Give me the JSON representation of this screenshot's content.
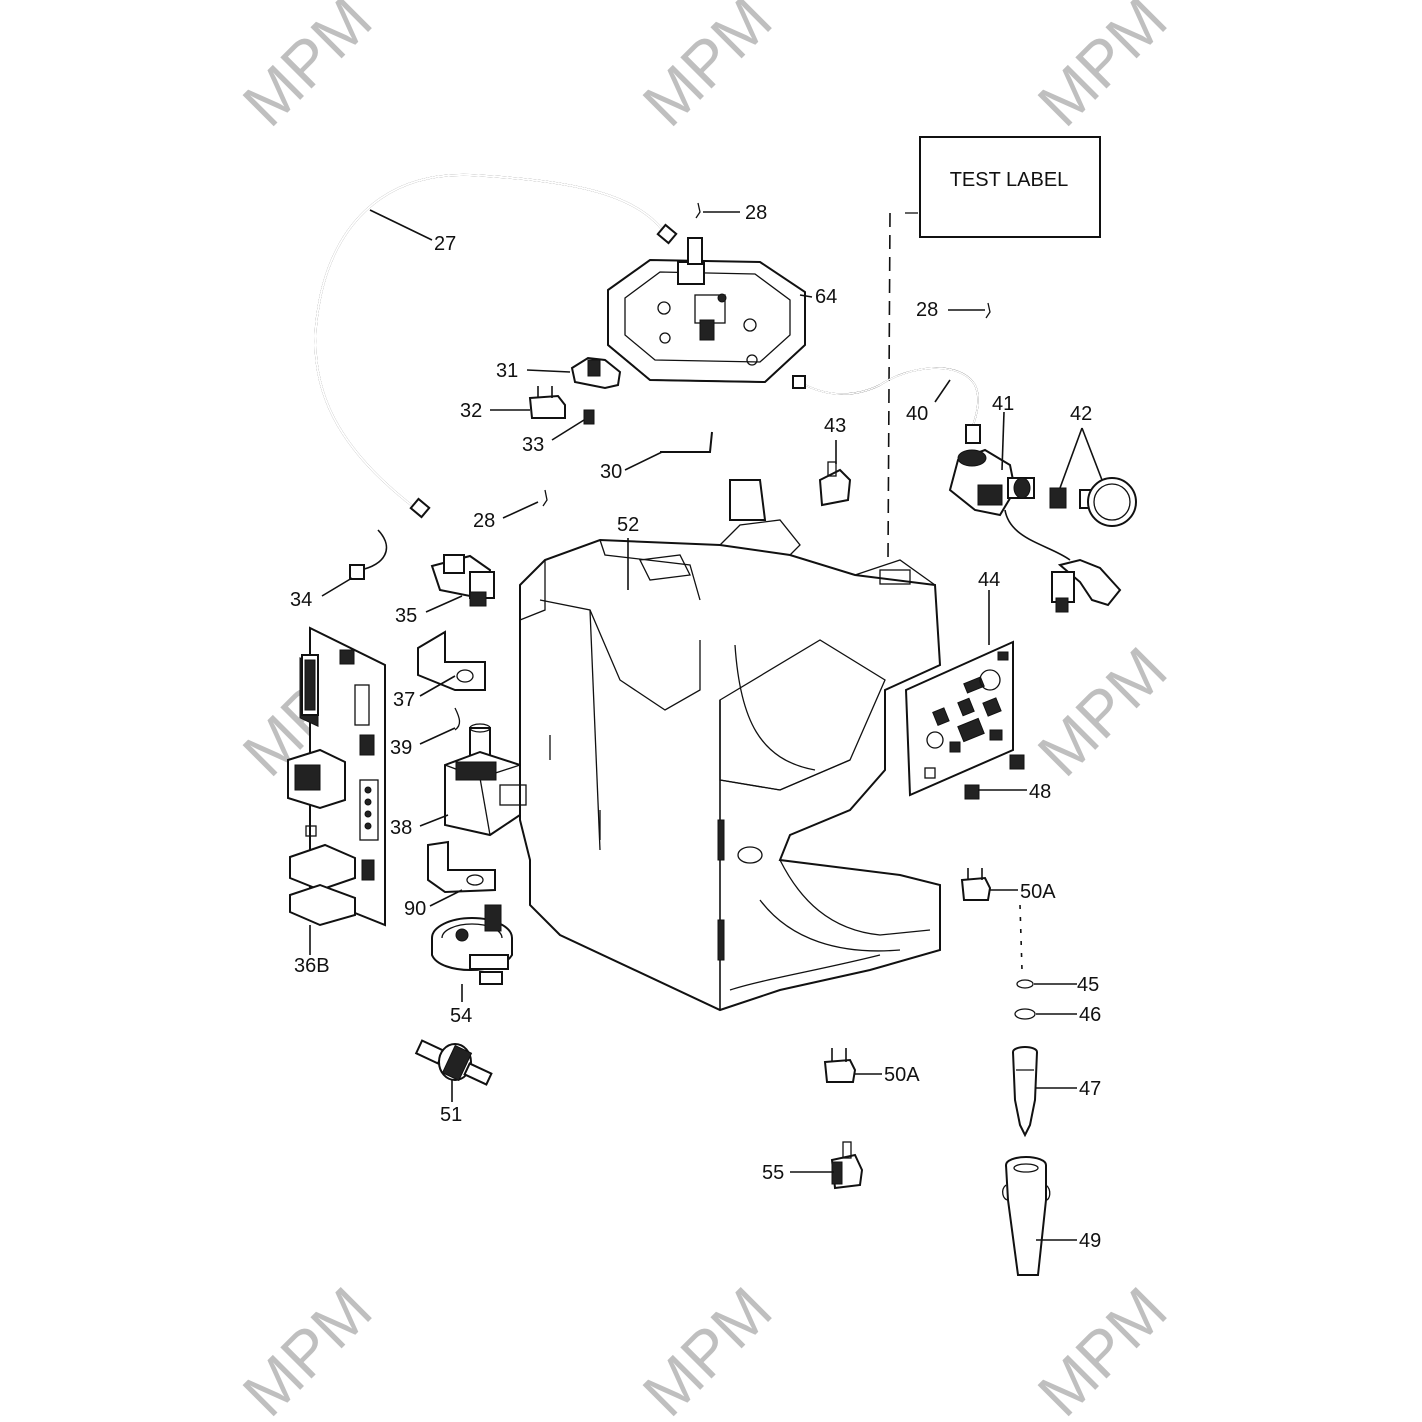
{
  "watermark": "MPM",
  "test_label": "TEST LABEL",
  "callouts": {
    "c27": "27",
    "c28a": "28",
    "c64": "64",
    "c28b": "28",
    "c31": "31",
    "c32": "32",
    "c33": "33",
    "c30": "30",
    "c43": "43",
    "c40": "40",
    "c41": "41",
    "c42": "42",
    "c28c": "28",
    "c52": "52",
    "c34": "34",
    "c35": "35",
    "c44": "44",
    "c37": "37",
    "c39": "39",
    "c38": "38",
    "c48": "48",
    "c90": "90",
    "c50a1": "50A",
    "c36b": "36B",
    "c54": "54",
    "c45": "45",
    "c46": "46",
    "c51": "51",
    "c50a2": "50A",
    "c47": "47",
    "c55": "55",
    "c49": "49"
  }
}
